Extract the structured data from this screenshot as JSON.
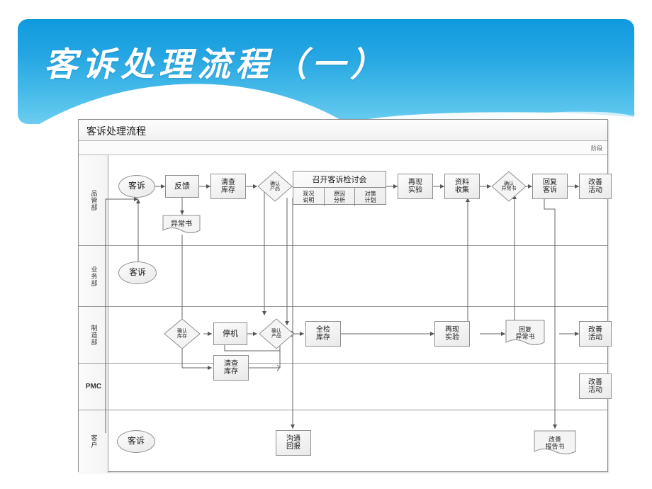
{
  "slide": {
    "title": "客诉处理流程（一）",
    "background_color": "#ffffff",
    "banner_gradient_top": "#0f9ade",
    "banner_gradient_bottom": "#6ccdf0"
  },
  "chart": {
    "header_title": "客诉处理流程",
    "phase_label": "阶段",
    "lanes": [
      {
        "label": "品管部",
        "latin": false
      },
      {
        "label": "业务部",
        "latin": false
      },
      {
        "label": "制造部",
        "latin": false
      },
      {
        "label": "PMC",
        "latin": true
      },
      {
        "label": "客户",
        "latin": false
      }
    ],
    "nodes": {
      "qa_complaint": "客诉",
      "qa_feedback": "反馈",
      "qa_check_stock": "清查库存",
      "qa_abnormal_report": "异常书",
      "qa_confirm_product": "确认产品",
      "qa_meeting_title": "召开客诉检讨会",
      "qa_meeting_cell1": "现况说明",
      "qa_meeting_cell2": "原因分析",
      "qa_meeting_cell3": "对策计划",
      "qa_retest": "再现实验",
      "qa_collect_data": "资料收集",
      "qa_confirm_abnormal": "确认异常书",
      "qa_reply_complaint": "回复客诉",
      "qa_improve": "改善活动",
      "sales_complaint": "客诉",
      "mfg_confirm_stock": "确认库存",
      "mfg_stop_machine": "停机",
      "mfg_confirm_product": "确认产品",
      "mfg_full_inspect": "全检库存",
      "mfg_retest": "再现实验",
      "mfg_reply_abnormal": "回复异常书",
      "mfg_improve": "改善活动",
      "pmc_check_stock": "清查库存",
      "pmc_improve": "改善活动",
      "cust_complaint": "客诉",
      "cust_communicate": "沟通回报",
      "cust_improve_report": "改善报告书"
    }
  }
}
